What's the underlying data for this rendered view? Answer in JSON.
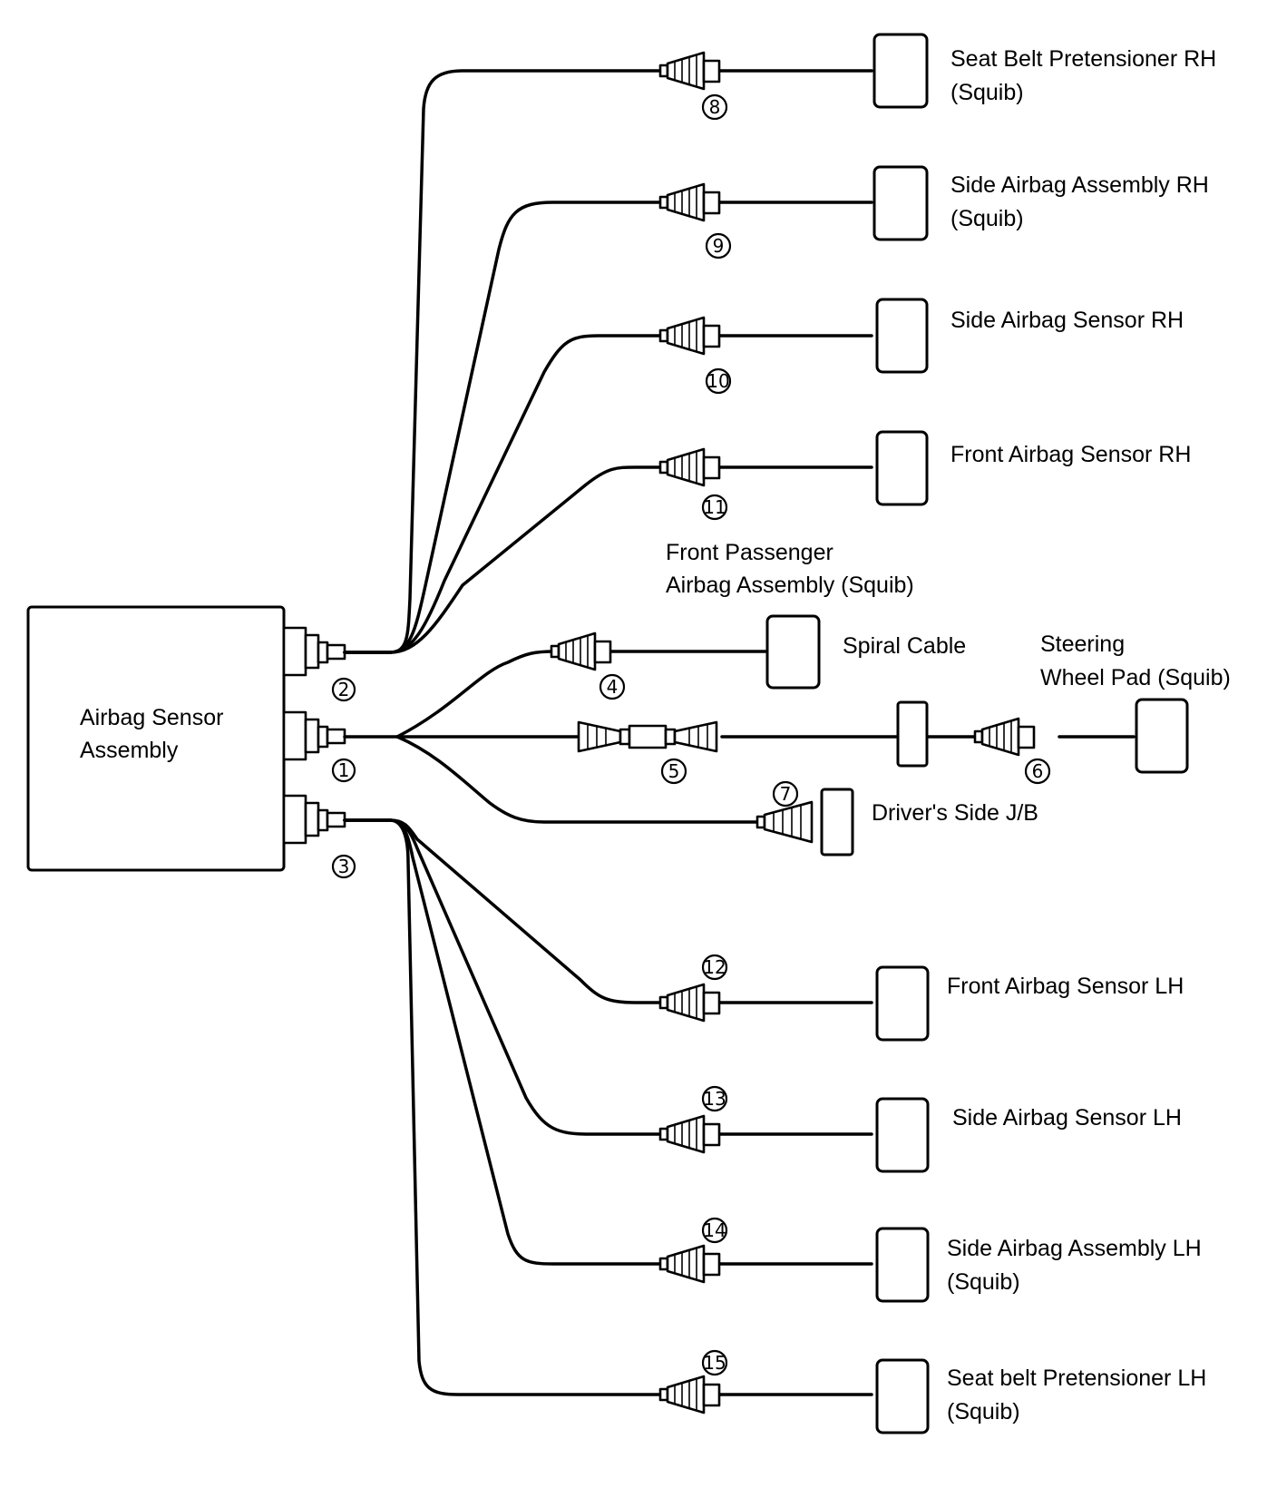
{
  "assembly": {
    "line1": "Airbag Sensor",
    "line2": "Assembly"
  },
  "harness_connectors": [
    "1",
    "2",
    "3"
  ],
  "connectors": [
    {
      "no": "8",
      "label_line1": "Seat Belt Pretensioner RH",
      "label_line2": "(Squib)"
    },
    {
      "no": "9",
      "label_line1": "Side Airbag Assembly RH",
      "label_line2": "(Squib)"
    },
    {
      "no": "10",
      "label_line1": "Side Airbag Sensor RH",
      "label_line2": ""
    },
    {
      "no": "11",
      "label_line1": "Front Airbag Sensor RH",
      "label_line2": ""
    },
    {
      "no": "12",
      "label_line1": "Front Airbag Sensor LH",
      "label_line2": ""
    },
    {
      "no": "13",
      "label_line1": "Side Airbag Sensor LH",
      "label_line2": ""
    },
    {
      "no": "14",
      "label_line1": "Side Airbag Assembly LH",
      "label_line2": "(Squib)"
    },
    {
      "no": "15",
      "label_line1": "Seat belt Pretensioner LH",
      "label_line2": "(Squib)"
    }
  ],
  "center": {
    "front_passenger_line1": "Front Passenger",
    "front_passenger_line2": "Airbag Assembly (Squib)",
    "spiral_cable": "Spiral Cable",
    "steering_line1": "Steering",
    "steering_line2": "Wheel Pad (Squib)",
    "drivers_jb": "Driver's Side J/B",
    "no4": "4",
    "no5": "5",
    "no6": "6",
    "no7": "7"
  }
}
